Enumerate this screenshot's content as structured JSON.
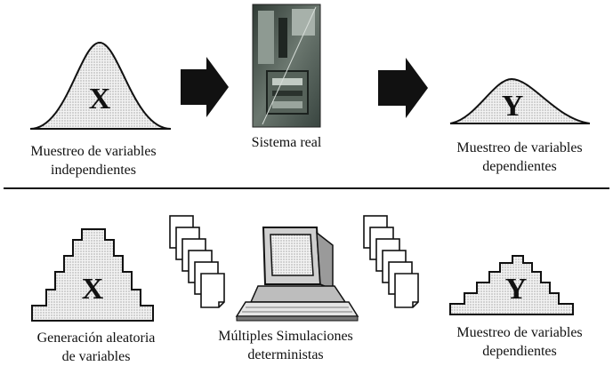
{
  "top": {
    "input": {
      "symbol": "X",
      "caption_line1": "Muestreo de variables",
      "caption_line2": "independientes"
    },
    "system": {
      "caption": "Sistema real"
    },
    "output": {
      "symbol": "Y",
      "caption_line1": "Muestreo de variables",
      "caption_line2": "dependientes"
    }
  },
  "bottom": {
    "input": {
      "symbol": "X",
      "caption_line1": "Generación aleatoria",
      "caption_line2": "de variables"
    },
    "simulation": {
      "caption_line1": "Múltiples Simulaciones",
      "caption_line2": "deterministas"
    },
    "output": {
      "symbol": "Y",
      "caption_line1": "Muestreo de variables",
      "caption_line2": "dependientes"
    }
  },
  "colors": {
    "stipple": "#d9d9d9",
    "ink": "#111111",
    "photo": "#4d5a52"
  },
  "icons": [
    "bell-curve-icon",
    "right-arrow-icon",
    "real-system-photo",
    "histogram-icon",
    "document-stack-icon",
    "computer-icon"
  ]
}
